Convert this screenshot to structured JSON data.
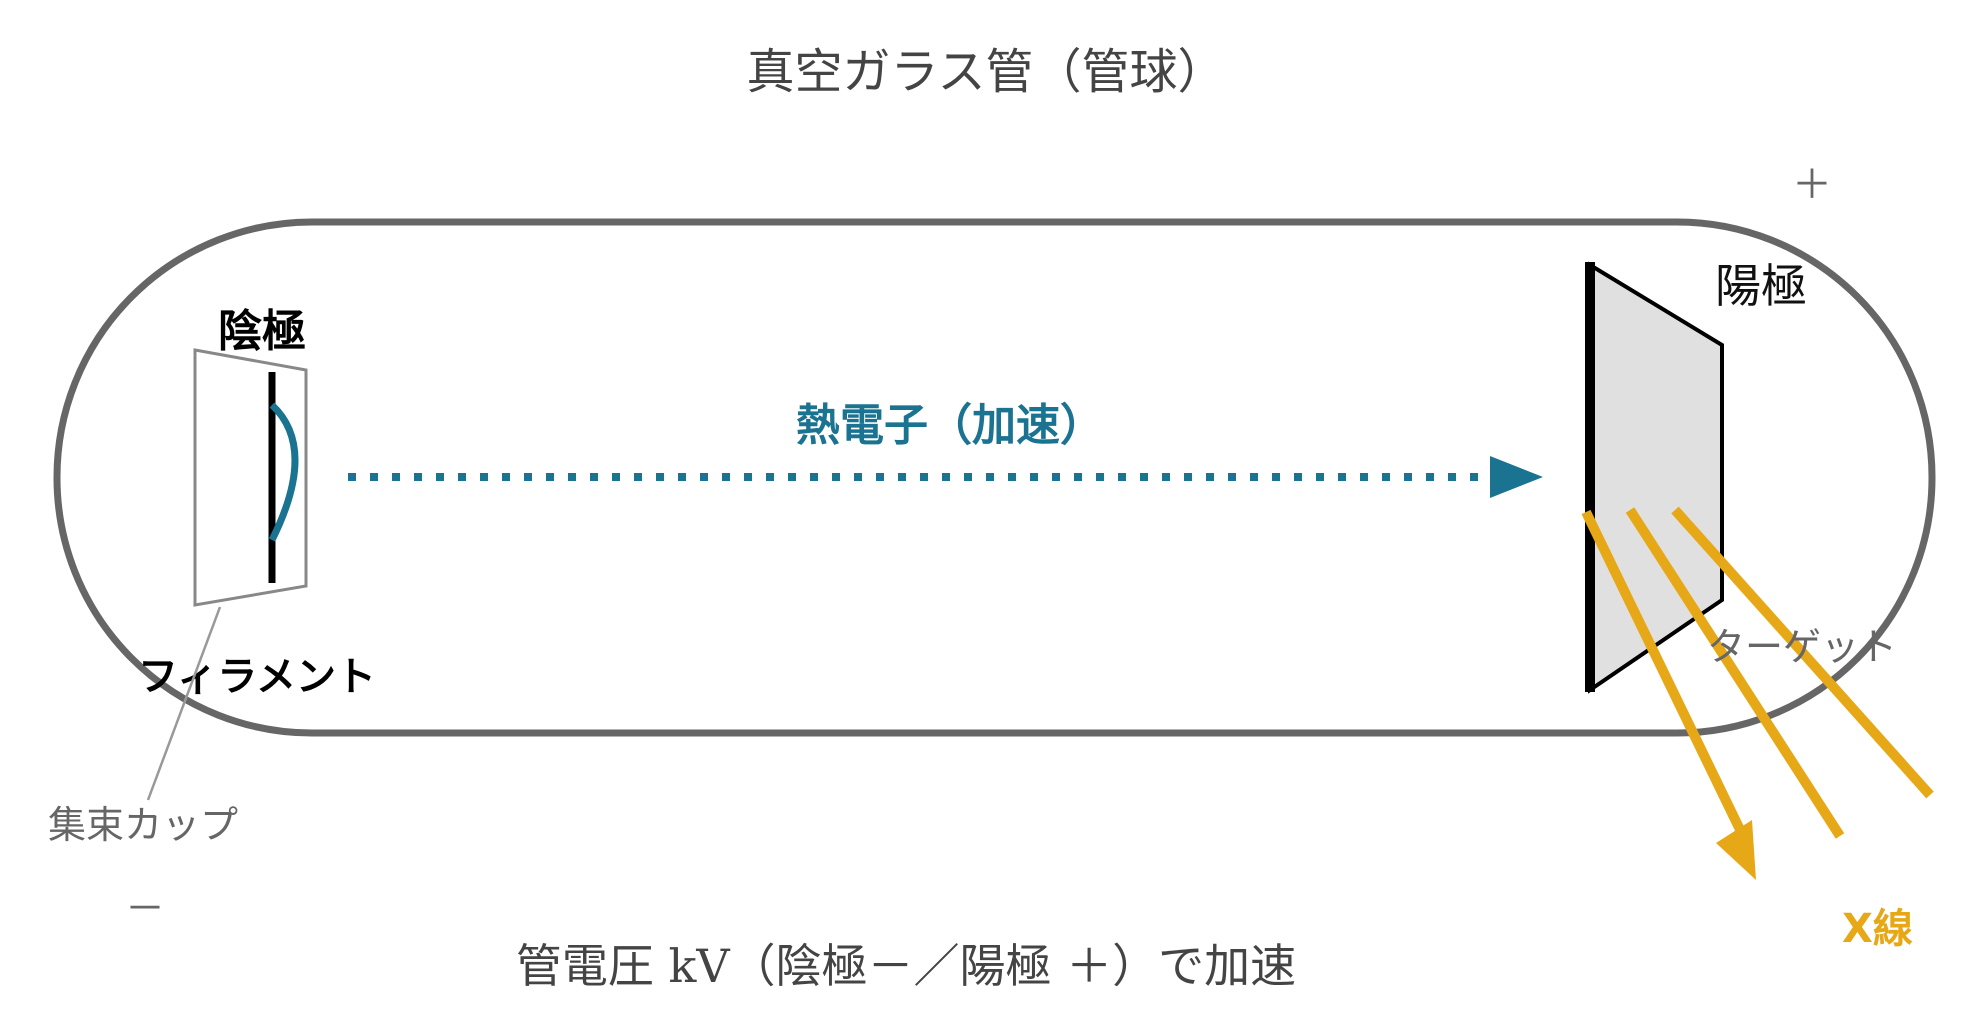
{
  "title": "真空ガラス管（管球）",
  "labels": {
    "plus": "＋",
    "minus": "－",
    "cathode": "陰極",
    "anode": "陽極",
    "electron": "熱電子（加速）",
    "filament": "フィラメント",
    "focus_cup": "集束カップ",
    "target": "ターゲット",
    "xray": "X線",
    "caption": "管電圧 kV（陰極－／陽極 ＋）で加速"
  },
  "colors": {
    "tube": "#666666",
    "electron": "#1a7391",
    "xray": "#e6a817",
    "target_fill": "#e0e0e0",
    "text": "#444444"
  }
}
